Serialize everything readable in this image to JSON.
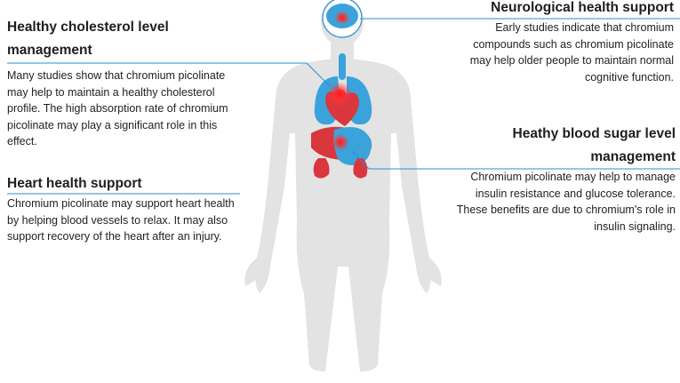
{
  "sections": {
    "cholesterol": {
      "title_line1": "Healthy cholesterol level",
      "title_line2": "management",
      "body": "Many studies show that chromium picolinate may help to maintain a healthy cholesterol profile. The high absorption rate of chromium picolinate may play a significant role in this effect."
    },
    "heart": {
      "title": "Heart health support",
      "body": "Chromium picolinate may support heart health by helping blood vessels to relax. It may also support recovery of the heart after an injury."
    },
    "neuro": {
      "title": "Neurological health support",
      "body": "Early studies indicate that chromium compounds such as chromium picolinate may help older people to maintain normal cognitive function."
    },
    "blood_sugar": {
      "title_line1": "Heathy blood sugar level",
      "title_line2": "management",
      "body": "Chromium picolinate may help to manage insulin resistance and glucose tolerance. These benefits are due to chromium's role in insulin signaling."
    }
  },
  "colors": {
    "silhouette": "#e3e3e3",
    "organ_blue": "#3aa3dc",
    "organ_red": "#d9363e",
    "leader_line": "#2a8fd0",
    "highlight": "#ff1a1a"
  }
}
